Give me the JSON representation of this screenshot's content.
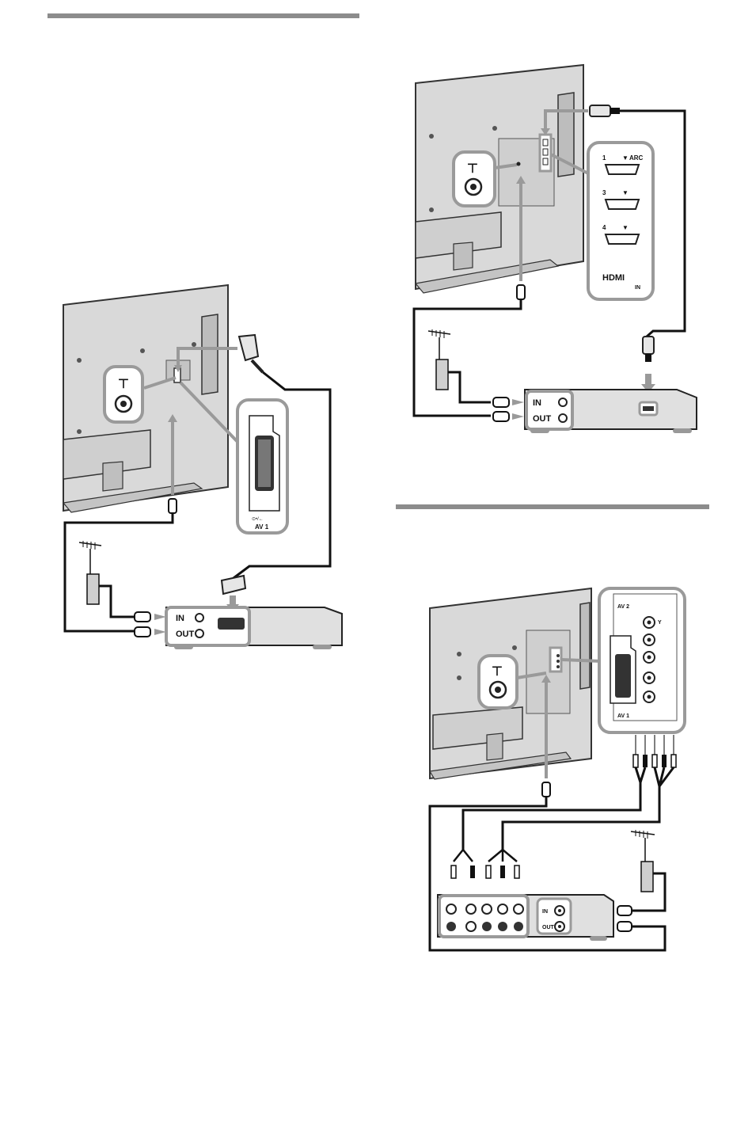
{
  "fig_scart": {
    "panel_caption": "AV 1",
    "recorder_in": "IN",
    "recorder_out": "OUT"
  },
  "fig_hdmi": {
    "port_labels": [
      "1",
      "3",
      "4"
    ],
    "arc_label": "ARC",
    "hdmi_logo": "HDMI",
    "hdmi_in": "IN",
    "recorder_in": "IN",
    "recorder_out": "OUT"
  },
  "fig_component": {
    "panel_top": "AV 2",
    "panel_y": "Y",
    "panel_bottom": "AV 1",
    "recorder_in": "IN",
    "recorder_out": "OUT"
  },
  "colors": {
    "rule": "#8c8c8c",
    "highlight_gray": "#9a9a9a",
    "tv_body": "#d9d9d9",
    "cable": "#111111"
  }
}
